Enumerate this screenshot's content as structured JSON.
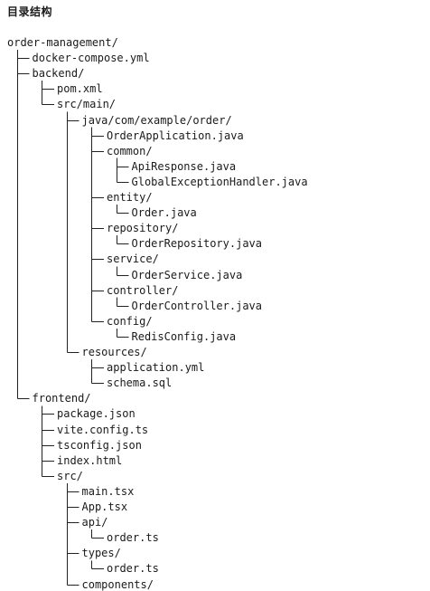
{
  "heading": "目录结构",
  "tree": [
    {
      "name": "order-management/",
      "depth": 0
    },
    {
      "name": "docker-compose.yml",
      "depth": 1
    },
    {
      "name": "backend/",
      "depth": 1
    },
    {
      "name": "pom.xml",
      "depth": 2
    },
    {
      "name": "src/main/",
      "depth": 2
    },
    {
      "name": "java/com/example/order/",
      "depth": 3
    },
    {
      "name": "OrderApplication.java",
      "depth": 4
    },
    {
      "name": "common/",
      "depth": 4
    },
    {
      "name": "ApiResponse.java",
      "depth": 5
    },
    {
      "name": "GlobalExceptionHandler.java",
      "depth": 5
    },
    {
      "name": "entity/",
      "depth": 4
    },
    {
      "name": "Order.java",
      "depth": 5
    },
    {
      "name": "repository/",
      "depth": 4
    },
    {
      "name": "OrderRepository.java",
      "depth": 5
    },
    {
      "name": "service/",
      "depth": 4
    },
    {
      "name": "OrderService.java",
      "depth": 5
    },
    {
      "name": "controller/",
      "depth": 4
    },
    {
      "name": "OrderController.java",
      "depth": 5
    },
    {
      "name": "config/",
      "depth": 4
    },
    {
      "name": "RedisConfig.java",
      "depth": 5
    },
    {
      "name": "resources/",
      "depth": 3
    },
    {
      "name": "application.yml",
      "depth": 4
    },
    {
      "name": "schema.sql",
      "depth": 4
    },
    {
      "name": "frontend/",
      "depth": 1
    },
    {
      "name": "package.json",
      "depth": 2
    },
    {
      "name": "vite.config.ts",
      "depth": 2
    },
    {
      "name": "tsconfig.json",
      "depth": 2
    },
    {
      "name": "index.html",
      "depth": 2
    },
    {
      "name": "src/",
      "depth": 2
    },
    {
      "name": "main.tsx",
      "depth": 3
    },
    {
      "name": "App.tsx",
      "depth": 3
    },
    {
      "name": "api/",
      "depth": 3
    },
    {
      "name": "order.ts",
      "depth": 4
    },
    {
      "name": "types/",
      "depth": 3
    },
    {
      "name": "order.ts",
      "depth": 4
    },
    {
      "name": "components/",
      "depth": 3
    }
  ]
}
